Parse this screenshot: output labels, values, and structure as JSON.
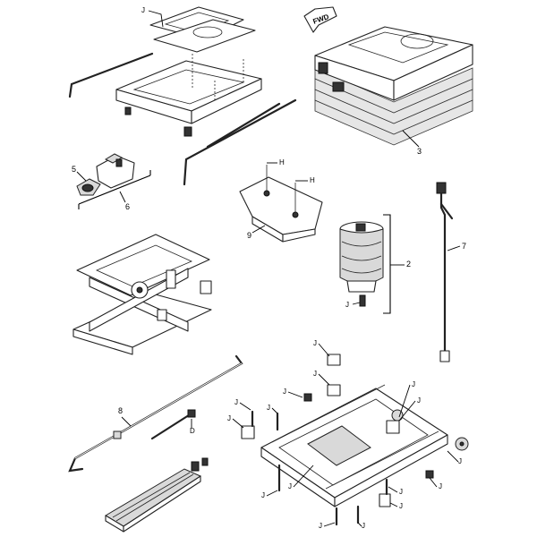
{
  "diagram": {
    "fwd_label": "FWD",
    "callouts": {
      "j": "J",
      "h": "H",
      "d": "D",
      "n2": "2",
      "n3": "3",
      "n5": "5",
      "n6": "6",
      "n7": "7",
      "n8": "8",
      "n9": "9"
    }
  }
}
